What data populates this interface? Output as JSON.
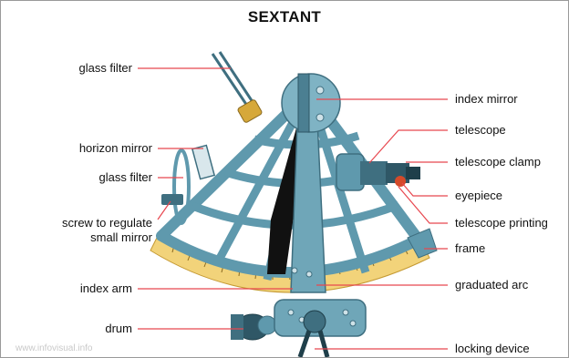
{
  "title": "SEXTANT",
  "labels_left": [
    {
      "id": "glass-filter-top",
      "text": "glass filter"
    },
    {
      "id": "horizon-mirror",
      "text": "horizon mirror"
    },
    {
      "id": "glass-filter-side",
      "text": "glass filter"
    },
    {
      "id": "screw-small-mirror",
      "text": "screw to regulate\nsmall mirror"
    },
    {
      "id": "index-arm",
      "text": "index arm"
    },
    {
      "id": "drum",
      "text": "drum"
    }
  ],
  "labels_right": [
    {
      "id": "index-mirror",
      "text": "index mirror"
    },
    {
      "id": "telescope",
      "text": "telescope"
    },
    {
      "id": "telescope-clamp",
      "text": "telescope clamp"
    },
    {
      "id": "eyepiece",
      "text": "eyepiece"
    },
    {
      "id": "telescope-printing",
      "text": "telescope printing"
    },
    {
      "id": "frame",
      "text": "frame"
    },
    {
      "id": "graduated-arc",
      "text": "graduated arc"
    },
    {
      "id": "locking-device",
      "text": "locking device"
    }
  ],
  "watermark": "www.infovisual.info",
  "colors": {
    "leader_line": "#e8474f",
    "instrument": "#5f99ad",
    "instrument_dark": "#3f6f80",
    "arc_scale": "#f2d37a",
    "background": "#ffffff"
  }
}
